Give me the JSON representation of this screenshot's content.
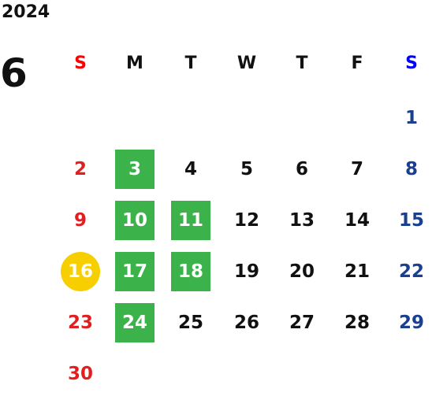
{
  "year": "2024",
  "month": "6",
  "colors": {
    "sunday": "#e02020",
    "saturday": "#1a3f8f",
    "weekday": "#111111",
    "weekday_header_sunday": "#ff0000",
    "weekday_header_saturday": "#0000ff",
    "holiday_bg": "#3bb34a",
    "today_bg": "#f7cf00"
  },
  "weekdays": [
    {
      "label": "S",
      "type": "sun"
    },
    {
      "label": "M",
      "type": "mon"
    },
    {
      "label": "T",
      "type": "tue"
    },
    {
      "label": "W",
      "type": "wed"
    },
    {
      "label": "T",
      "type": "thu"
    },
    {
      "label": "F",
      "type": "fri"
    },
    {
      "label": "S",
      "type": "sat"
    }
  ],
  "weeks": [
    [
      "",
      "",
      "",
      "",
      "",
      "",
      "1"
    ],
    [
      "2",
      "3",
      "4",
      "5",
      "6",
      "7",
      "8"
    ],
    [
      "9",
      "10",
      "11",
      "12",
      "13",
      "14",
      "15"
    ],
    [
      "16",
      "17",
      "18",
      "19",
      "20",
      "21",
      "22"
    ],
    [
      "23",
      "24",
      "25",
      "26",
      "27",
      "28",
      "29"
    ],
    [
      "30",
      "",
      "",
      "",
      "",
      "",
      ""
    ]
  ],
  "highlighted_days": [
    "3",
    "10",
    "11",
    "17",
    "18",
    "24"
  ],
  "today": "16"
}
